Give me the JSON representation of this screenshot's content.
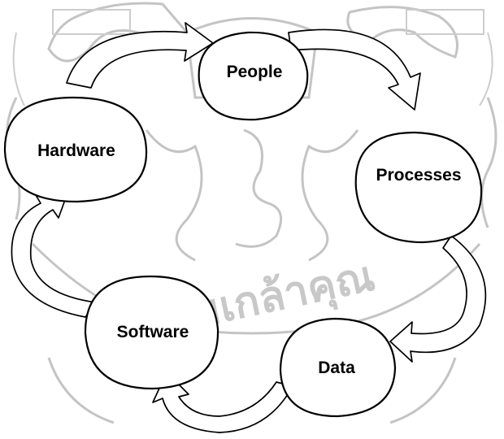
{
  "diagram": {
    "nodes": [
      {
        "id": "people",
        "label": "People"
      },
      {
        "id": "processes",
        "label": "Processes"
      },
      {
        "id": "data",
        "label": "Data"
      },
      {
        "id": "software",
        "label": "Software"
      },
      {
        "id": "hardware",
        "label": "Hardware"
      }
    ],
    "edges": [
      {
        "from": "people",
        "to": "processes"
      },
      {
        "from": "processes",
        "to": "data"
      },
      {
        "from": "data",
        "to": "software"
      },
      {
        "from": "software",
        "to": "hardware"
      },
      {
        "from": "hardware",
        "to": "people"
      }
    ]
  },
  "watermark": {
    "colors": {
      "stroke": "#c4c4c4",
      "text": "#c8c8c8"
    },
    "script_text": "ระอมเกล้าคุณ"
  },
  "colors": {
    "stroke": "#000000",
    "fill": "#ffffff",
    "text": "#000000"
  }
}
